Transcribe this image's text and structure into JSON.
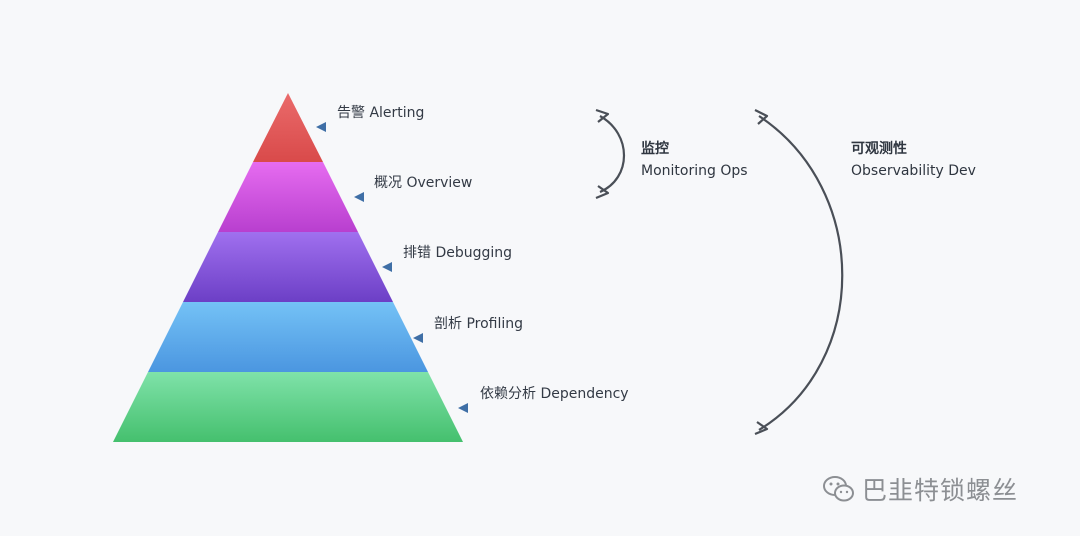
{
  "pyramid": {
    "layers": [
      {
        "zh": "告警",
        "en": "Alerting",
        "color_top": "#ea6b6b",
        "color_bottom": "#d94a4a"
      },
      {
        "zh": "概况",
        "en": "Overview",
        "color_top": "#e66cf0",
        "color_bottom": "#b83fcf"
      },
      {
        "zh": "排错",
        "en": "Debugging",
        "color_top": "#a070ef",
        "color_bottom": "#6c3fc6"
      },
      {
        "zh": "剖析",
        "en": "Profiling",
        "color_top": "#74c2f6",
        "color_bottom": "#4b96e0"
      },
      {
        "zh": "依赖分析",
        "en": "Dependency",
        "color_top": "#7fe2a9",
        "color_bottom": "#45c06e"
      }
    ]
  },
  "groups": {
    "monitoring": {
      "zh": "监控",
      "en": "Monitoring Ops"
    },
    "observability": {
      "zh": "可观测性",
      "en": "Observability Dev"
    }
  },
  "colors": {
    "arrow": "#3f6fa6",
    "curve": "#4a4f57"
  },
  "watermark": {
    "icon": "wechat-icon",
    "text": "巴韭特锁螺丝"
  }
}
